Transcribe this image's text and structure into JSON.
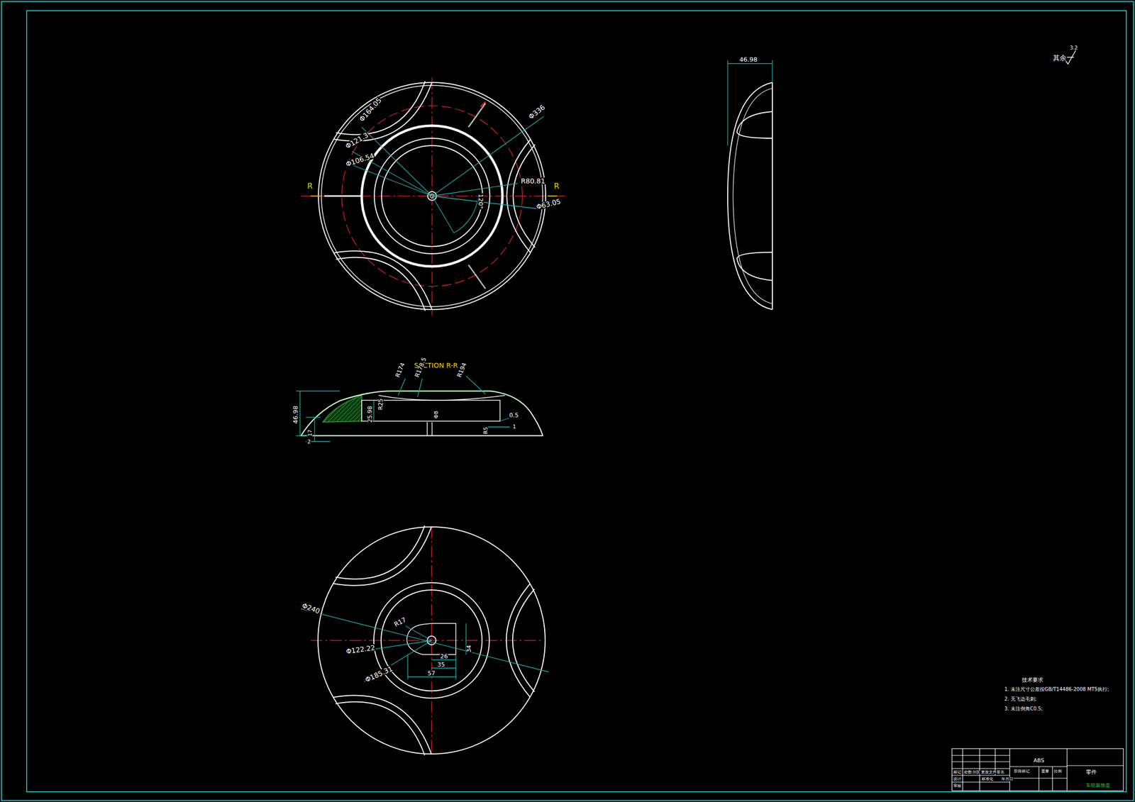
{
  "diagram": {
    "labels": [
      "其余",
      "3.2",
      "Φ164.05",
      "Φ121.3",
      "Φ106.54",
      "Φ336",
      "R80.81",
      "Φ63.05",
      "120°",
      "R",
      "R",
      "SECTION R-R",
      "R174",
      "R178.5",
      "R194",
      "46.98",
      "25.98",
      "R25",
      "Φ8",
      "0.5",
      "R5",
      "1",
      "17",
      "2",
      "46.98",
      "Φ240",
      "R17",
      "Φ122.22",
      "Φ185.31",
      "26",
      "35",
      "57",
      "34",
      "技术要求",
      "1. 未注尺寸公差按GB/T14486-2008 MT5执行;",
      "2. 无飞边毛刺;",
      "3. 未注倒角C0.5;",
      "ABS",
      "零件",
      "车轮装饰盖",
      "标记",
      "处数",
      "分区",
      "更改文件号",
      "签名",
      "年月日",
      "设计",
      "标准化",
      "审核",
      "阶段标记",
      "重量",
      "比例"
    ]
  }
}
